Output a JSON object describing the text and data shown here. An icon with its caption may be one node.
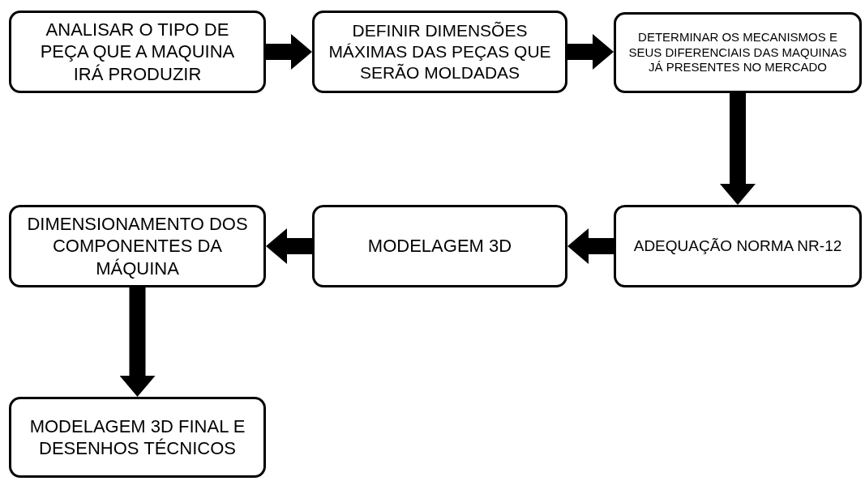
{
  "diagram": {
    "nodes": [
      {
        "text": [
          "ANALISAR  O TIPO DE PEÇA QUE A MAQUINA IRÁ PRODUZIR"
        ]
      },
      {
        "text": [
          "DEFINIR DIMENSÕES MÁXIMAS DAS PEÇAS QUE SERÃO MOLDADAS"
        ]
      },
      {
        "text": [
          "DETERMINAR OS MECANISMOS E SEUS DIFERENCIAIS DAS MAQUINAS JÁ PRESENTES NO MERCADO"
        ]
      },
      {
        "text": [
          "ADEQUAÇÃO NORMA NR-12"
        ]
      },
      {
        "text": [
          "MODELAGEM 3D"
        ]
      },
      {
        "text": [
          "DIMENSIONAMENTO DOS COMPONENTES DA MÁQUINA"
        ]
      },
      {
        "text": [
          "MODELAGEM 3D FINAL E DESENHOS TÉCNICOS"
        ]
      }
    ],
    "edges": [
      {
        "from": 0,
        "to": 1,
        "arrow": "to"
      },
      {
        "from": 1,
        "to": 2,
        "arrow": "to"
      },
      {
        "from": 2,
        "to": 3,
        "arrow": "to"
      },
      {
        "from": 3,
        "to": 4,
        "arrow": "to"
      },
      {
        "from": 4,
        "to": 5,
        "arrow": "to"
      },
      {
        "from": 5,
        "to": 6,
        "arrow": "to"
      }
    ]
  }
}
